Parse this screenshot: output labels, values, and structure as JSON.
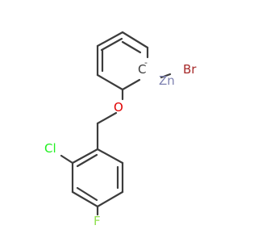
{
  "molecule": {
    "atoms": {
      "carbanion": "C",
      "charge": "-",
      "zinc": "Zn",
      "bromine": "Br",
      "oxygen": "O",
      "chlorine": "Cl",
      "fluorine": "F"
    },
    "colors": {
      "bond": "#3c3c3c",
      "carbon": "#3c3c3c",
      "zinc": "#7d80b0",
      "bromine": "#a62929",
      "oxygen": "#e00000",
      "chlorine": "#1ff01f",
      "fluorine": "#90e050"
    }
  }
}
